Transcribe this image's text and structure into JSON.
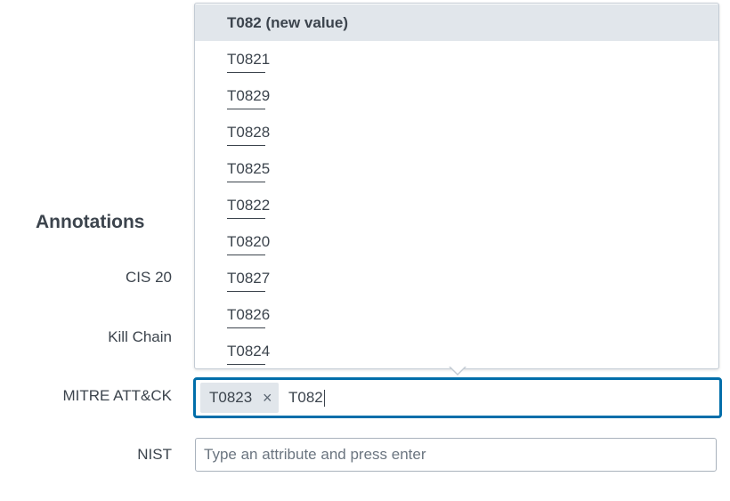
{
  "annotations": {
    "title": "Annotations",
    "labels": {
      "cis": "CIS 20",
      "kill_chain": "Kill Chain",
      "mitre": "MITRE ATT&CK",
      "nist": "NIST"
    }
  },
  "dropdown": {
    "options": [
      {
        "label": "T082 (new value)",
        "prefix": "T082",
        "rest": " (new value)"
      },
      {
        "label": "T0821",
        "prefix": "T082",
        "rest": "1"
      },
      {
        "label": "T0829",
        "prefix": "T082",
        "rest": "9"
      },
      {
        "label": "T0828",
        "prefix": "T082",
        "rest": "8"
      },
      {
        "label": "T0825",
        "prefix": "T082",
        "rest": "5"
      },
      {
        "label": "T0822",
        "prefix": "T082",
        "rest": "2"
      },
      {
        "label": "T0820",
        "prefix": "T082",
        "rest": "0"
      },
      {
        "label": "T0827",
        "prefix": "T082",
        "rest": "7"
      },
      {
        "label": "T0826",
        "prefix": "T082",
        "rest": "6"
      },
      {
        "label": "T0824",
        "prefix": "T082",
        "rest": "4"
      }
    ]
  },
  "mitre_field": {
    "chips": [
      {
        "label": "T0823",
        "remove_glyph": "×"
      }
    ],
    "typed_value": "T082"
  },
  "nist_field": {
    "placeholder": "Type an attribute and press enter",
    "value": ""
  },
  "colors": {
    "focus_border": "#006eaa",
    "active_option_bg": "#e1e6eb",
    "text": "#3c444d"
  }
}
